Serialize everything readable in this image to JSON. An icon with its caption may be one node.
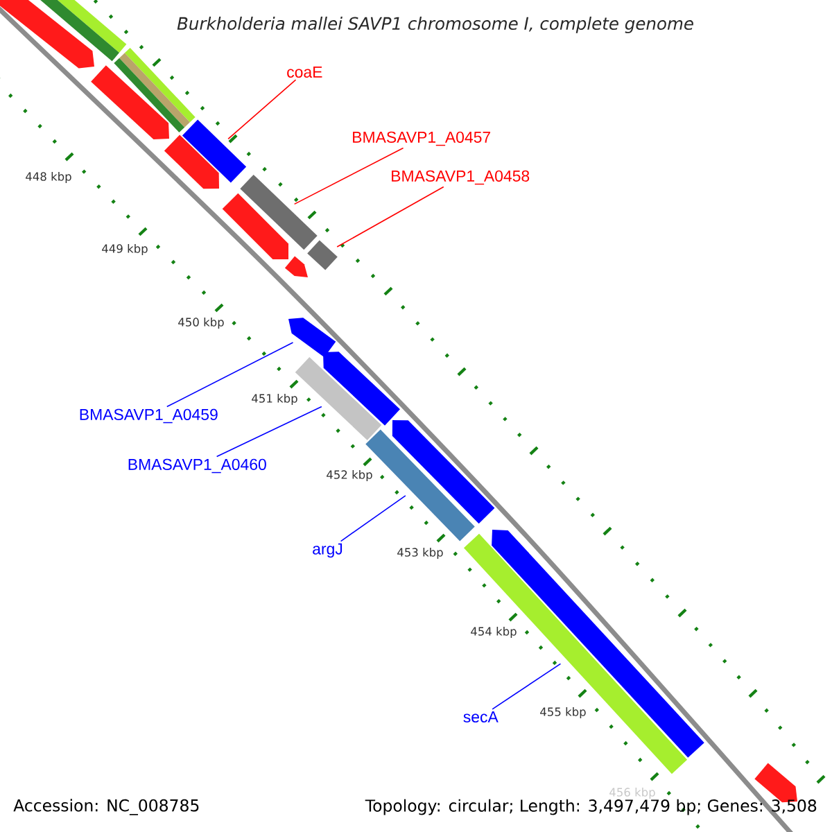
{
  "diagram": {
    "title": "Burkholderia mallei SAVP1 chromosome I, complete genome",
    "nodes": [
      {
        "text": [
          "coaE"
        ]
      },
      {
        "text": [
          "BMASAVP1_A0457"
        ]
      },
      {
        "text": [
          "BMASAVP1_A0458"
        ]
      },
      {
        "text": [
          "BMASAVP1_A0459"
        ]
      },
      {
        "text": [
          "BMASAVP1_A0460"
        ]
      },
      {
        "text": [
          "argJ"
        ]
      },
      {
        "text": [
          "secA"
        ]
      },
      {
        "text": [],
        "shape": "arrow"
      },
      {
        "text": [],
        "shape": "bar"
      },
      {
        "text": [],
        "shape": "bar"
      },
      {
        "text": [],
        "shape": "bar"
      },
      {
        "text": [],
        "shape": "arrow"
      },
      {
        "text": [],
        "shape": "arrow"
      },
      {
        "text": [],
        "shape": "arrow"
      },
      {
        "text": [],
        "shape": "arrow"
      },
      {
        "text": [],
        "shape": "bar"
      },
      {
        "text": [],
        "shape": "bar"
      },
      {
        "text": [],
        "shape": "arrow"
      },
      {
        "text": [],
        "shape": "arrow"
      },
      {
        "text": [],
        "shape": "arrow"
      },
      {
        "text": [],
        "shape": "arrow"
      },
      {
        "text": [],
        "shape": "bar"
      },
      {
        "text": [],
        "shape": "bar"
      },
      {
        "text": [],
        "shape": "bar"
      },
      {
        "text": [],
        "shape": "arrow"
      }
    ],
    "edges": [
      {
        "from": 0,
        "to": 10,
        "arrow": "none",
        "color": "#ff0000"
      },
      {
        "from": 1,
        "to": 15,
        "arrow": "none",
        "color": "#ff0000"
      },
      {
        "from": 2,
        "to": 16,
        "arrow": "none",
        "color": "#ff0000"
      },
      {
        "from": 3,
        "to": 17,
        "arrow": "none",
        "color": "#0000ff"
      },
      {
        "from": 4,
        "to": 21,
        "arrow": "none",
        "color": "#0000ff"
      },
      {
        "from": 5,
        "to": 22,
        "arrow": "none",
        "color": "#0000ff"
      },
      {
        "from": 6,
        "to": 23,
        "arrow": "none",
        "color": "#0000ff"
      }
    ],
    "labels": [
      "448 kbp",
      "449 kbp",
      "450 kbp",
      "451 kbp",
      "452 kbp",
      "453 kbp",
      "454 kbp",
      "455 kbp",
      "456 kbp",
      "Accession: NC_008785",
      "Topology: circular; Length: 3,497,479 bp; Genes: 3,508"
    ]
  }
}
